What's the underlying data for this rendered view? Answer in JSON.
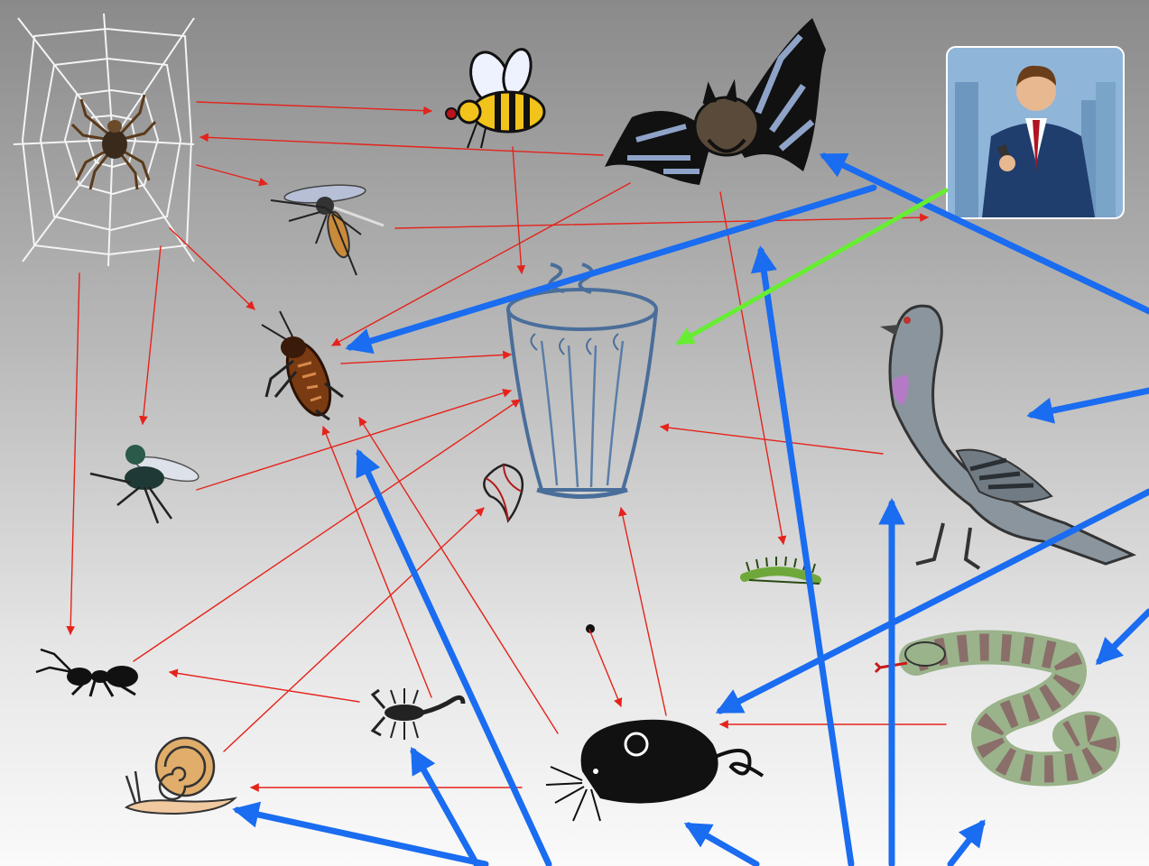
{
  "diagram": {
    "kind": "food-web",
    "nodes": [
      {
        "id": "spider",
        "icon": "spider-icon"
      },
      {
        "id": "bee",
        "icon": "bee-icon"
      },
      {
        "id": "bat",
        "icon": "bat-icon"
      },
      {
        "id": "human",
        "icon": "businessman-icon"
      },
      {
        "id": "mosquito",
        "icon": "mosquito-icon"
      },
      {
        "id": "cockroach",
        "icon": "cockroach-icon"
      },
      {
        "id": "trash",
        "icon": "trash-can-icon"
      },
      {
        "id": "pigeon",
        "icon": "pigeon-icon"
      },
      {
        "id": "fly",
        "icon": "fly-icon"
      },
      {
        "id": "leaf",
        "icon": "dry-leaf-icon"
      },
      {
        "id": "caterpillar",
        "icon": "caterpillar-icon"
      },
      {
        "id": "seed",
        "icon": "seed-icon"
      },
      {
        "id": "ant",
        "icon": "ant-icon"
      },
      {
        "id": "scorpion",
        "icon": "scorpion-icon"
      },
      {
        "id": "mouse",
        "icon": "mouse-icon"
      },
      {
        "id": "snake",
        "icon": "snake-icon"
      },
      {
        "id": "snail",
        "icon": "snail-icon"
      }
    ],
    "colors": {
      "thin_arrow": "#e5231b",
      "thick_arrow": "#1a6cf0",
      "green_arrow": "#66ee33"
    }
  }
}
